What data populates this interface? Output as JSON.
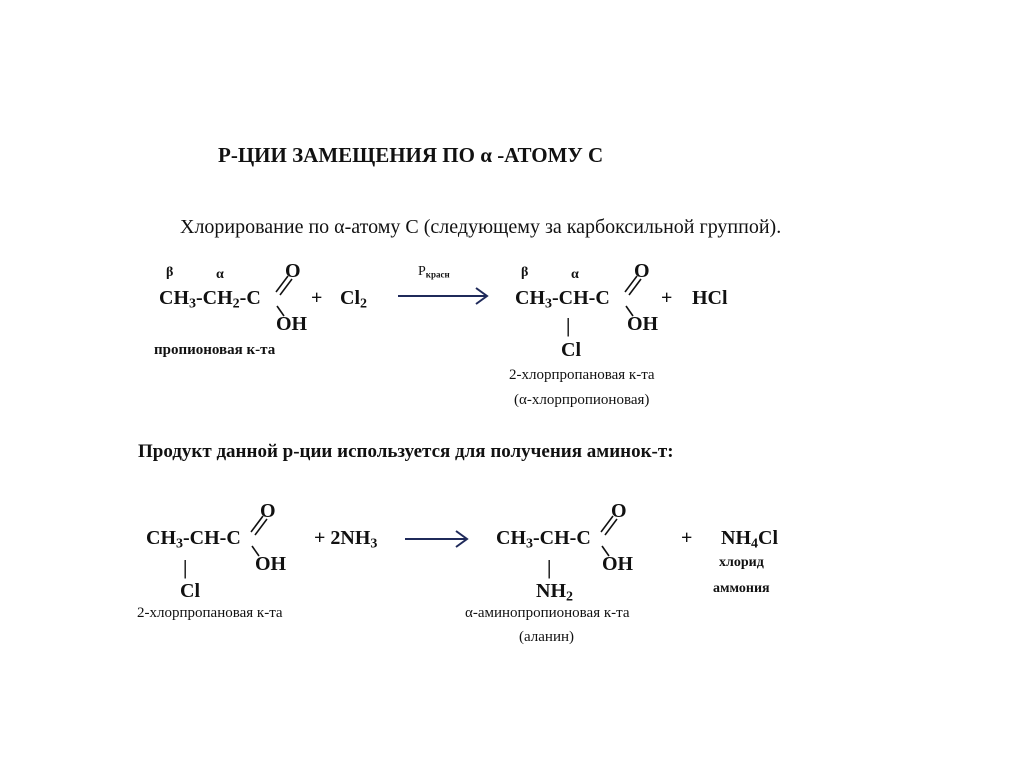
{
  "title": "Р-ЦИИ ЗАМЕЩЕНИЯ ПО α -АТОМУ С",
  "subtitle": "Хлорирование по α-атому С (следующему за карбоксильной группой).",
  "reaction1": {
    "beta": "β",
    "alpha": "α",
    "reactant_main": "CH",
    "r_sub1": "3",
    "r_mid": "-CH",
    "r_sub2": "2",
    "r_end": "-C",
    "o": "O",
    "oh": "OH",
    "plus": "+",
    "cl": "Cl",
    "cl_sub": "2",
    "catalyst": "P",
    "catalyst_sub": "красн",
    "product_main": "CH",
    "p_sub1": "3",
    "p_end": "-CH-C",
    "p_o": "O",
    "p_oh": "OH",
    "bond": "|",
    "p_cl": "Cl",
    "plus2": "+",
    "hcl": "HCl",
    "reactant_name": "пропионовая к-та",
    "product_name": "2-хлорпропановая к-та",
    "product_alt_name": "(α-хлорпропионовая)"
  },
  "heading2": "Продукт данной р-ции используется  для получения аминок-т:",
  "reaction2": {
    "reactant_main": "CH",
    "r_sub1": "3",
    "r_end": "-CH-C",
    "o": "O",
    "oh": "OH",
    "bond": "|",
    "cl": "Cl",
    "plus_nh3": "+ 2NH",
    "nh3_sub": "3",
    "product_main": "CH",
    "p_sub1": "3",
    "p_end": "-CH-C",
    "p_o": "O",
    "p_oh": "OH",
    "p_bond": "|",
    "nh": "NH",
    "nh_sub": "2",
    "plus2": "+",
    "nh4": "NH",
    "nh4_sub": "4",
    "nh4_cl": "Cl",
    "byproduct_name1": "хлорид",
    "byproduct_name2": "аммония",
    "reactant_name": "2-хлорпропановая к-та",
    "product_name": "α-аминопропионовая к-та",
    "product_alt_name": "(аланин)"
  },
  "colors": {
    "arrow": "#1f2a5a",
    "text": "#111111"
  }
}
